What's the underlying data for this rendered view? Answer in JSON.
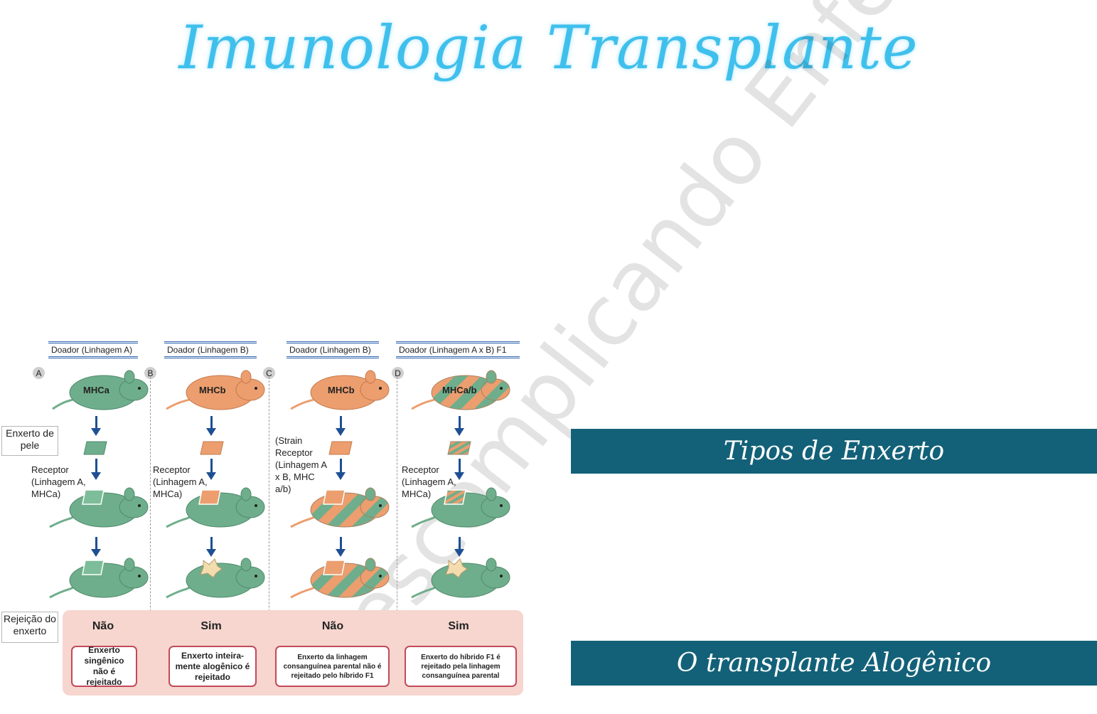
{
  "title": "Imunologia Transplante",
  "watermark": "Descomplicando Enfermagem",
  "banners": {
    "tipos": "Tipos de Enxerto",
    "alogenico": "O transplante Alogênico"
  },
  "colors": {
    "banner": "#136178",
    "title": "#3fc0ec",
    "mouse_green": "#6fae8c",
    "mouse_orange": "#ec9e6e",
    "arrow": "#1e4f93",
    "outcome_border": "#c24a5a"
  },
  "figure": {
    "labels": {
      "enxerto": "Enxerto de pele",
      "rejeicao": "Rejeição do enxerto"
    },
    "columns": [
      {
        "letter": "A",
        "donor": "Doador (Linhagem A)",
        "donor_mhc": "MHCa",
        "receptor": "Receptor (Linhagem A, MHCa)",
        "rejection": "Não",
        "outcome": "Enxerto singênico não é rejeitado"
      },
      {
        "letter": "B",
        "donor": "Doador (Linhagem B)",
        "donor_mhc": "MHCb",
        "receptor": "Receptor (Linhagem A, MHCa)",
        "rejection": "Sim",
        "outcome": "Enxerto inteira-mente alogênico é rejeitado"
      },
      {
        "letter": "C",
        "donor": "Doador (Linhagem B)",
        "donor_mhc": "MHCb",
        "receptor": "(Strain Receptor (Linhagem A x B, MHC a/b)",
        "rejection": "Não",
        "outcome": "Enxerto da linhagem consanguínea parental não é rejeitado pelo híbrido F1"
      },
      {
        "letter": "D",
        "donor": "Doador (Linhagem A x B) F1",
        "donor_mhc": "MHCa/b",
        "receptor": "Receptor (Linhagem A, MHCa)",
        "rejection": "Sim",
        "outcome": "Enxerto do híbrido F1 é rejeitado pela linhagem consanguínea parental"
      }
    ]
  }
}
